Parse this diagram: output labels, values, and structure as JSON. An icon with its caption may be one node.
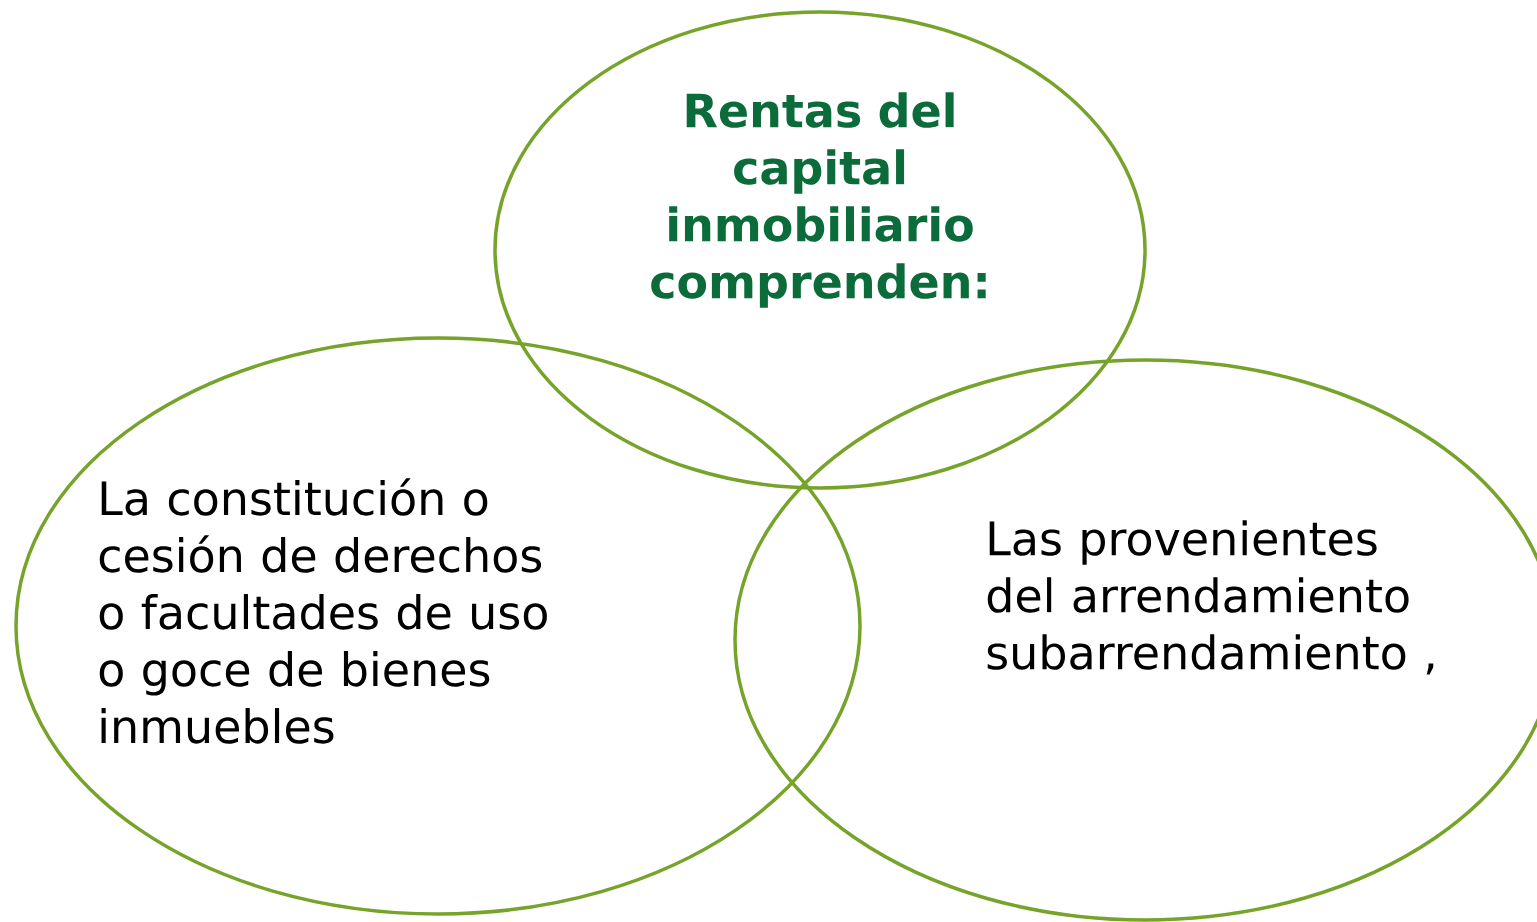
{
  "diagram": {
    "nodes": [
      {
        "text": [
          "Rentas del capital inmobiliario comprenden:"
        ]
      },
      {
        "text": [
          "La constitución o cesión de derechos o facultades de uso o goce de bienes inmuebles"
        ]
      },
      {
        "text": [
          "Las provenientes del arrendamiento subarrendamiento ,"
        ]
      }
    ],
    "edges": []
  }
}
